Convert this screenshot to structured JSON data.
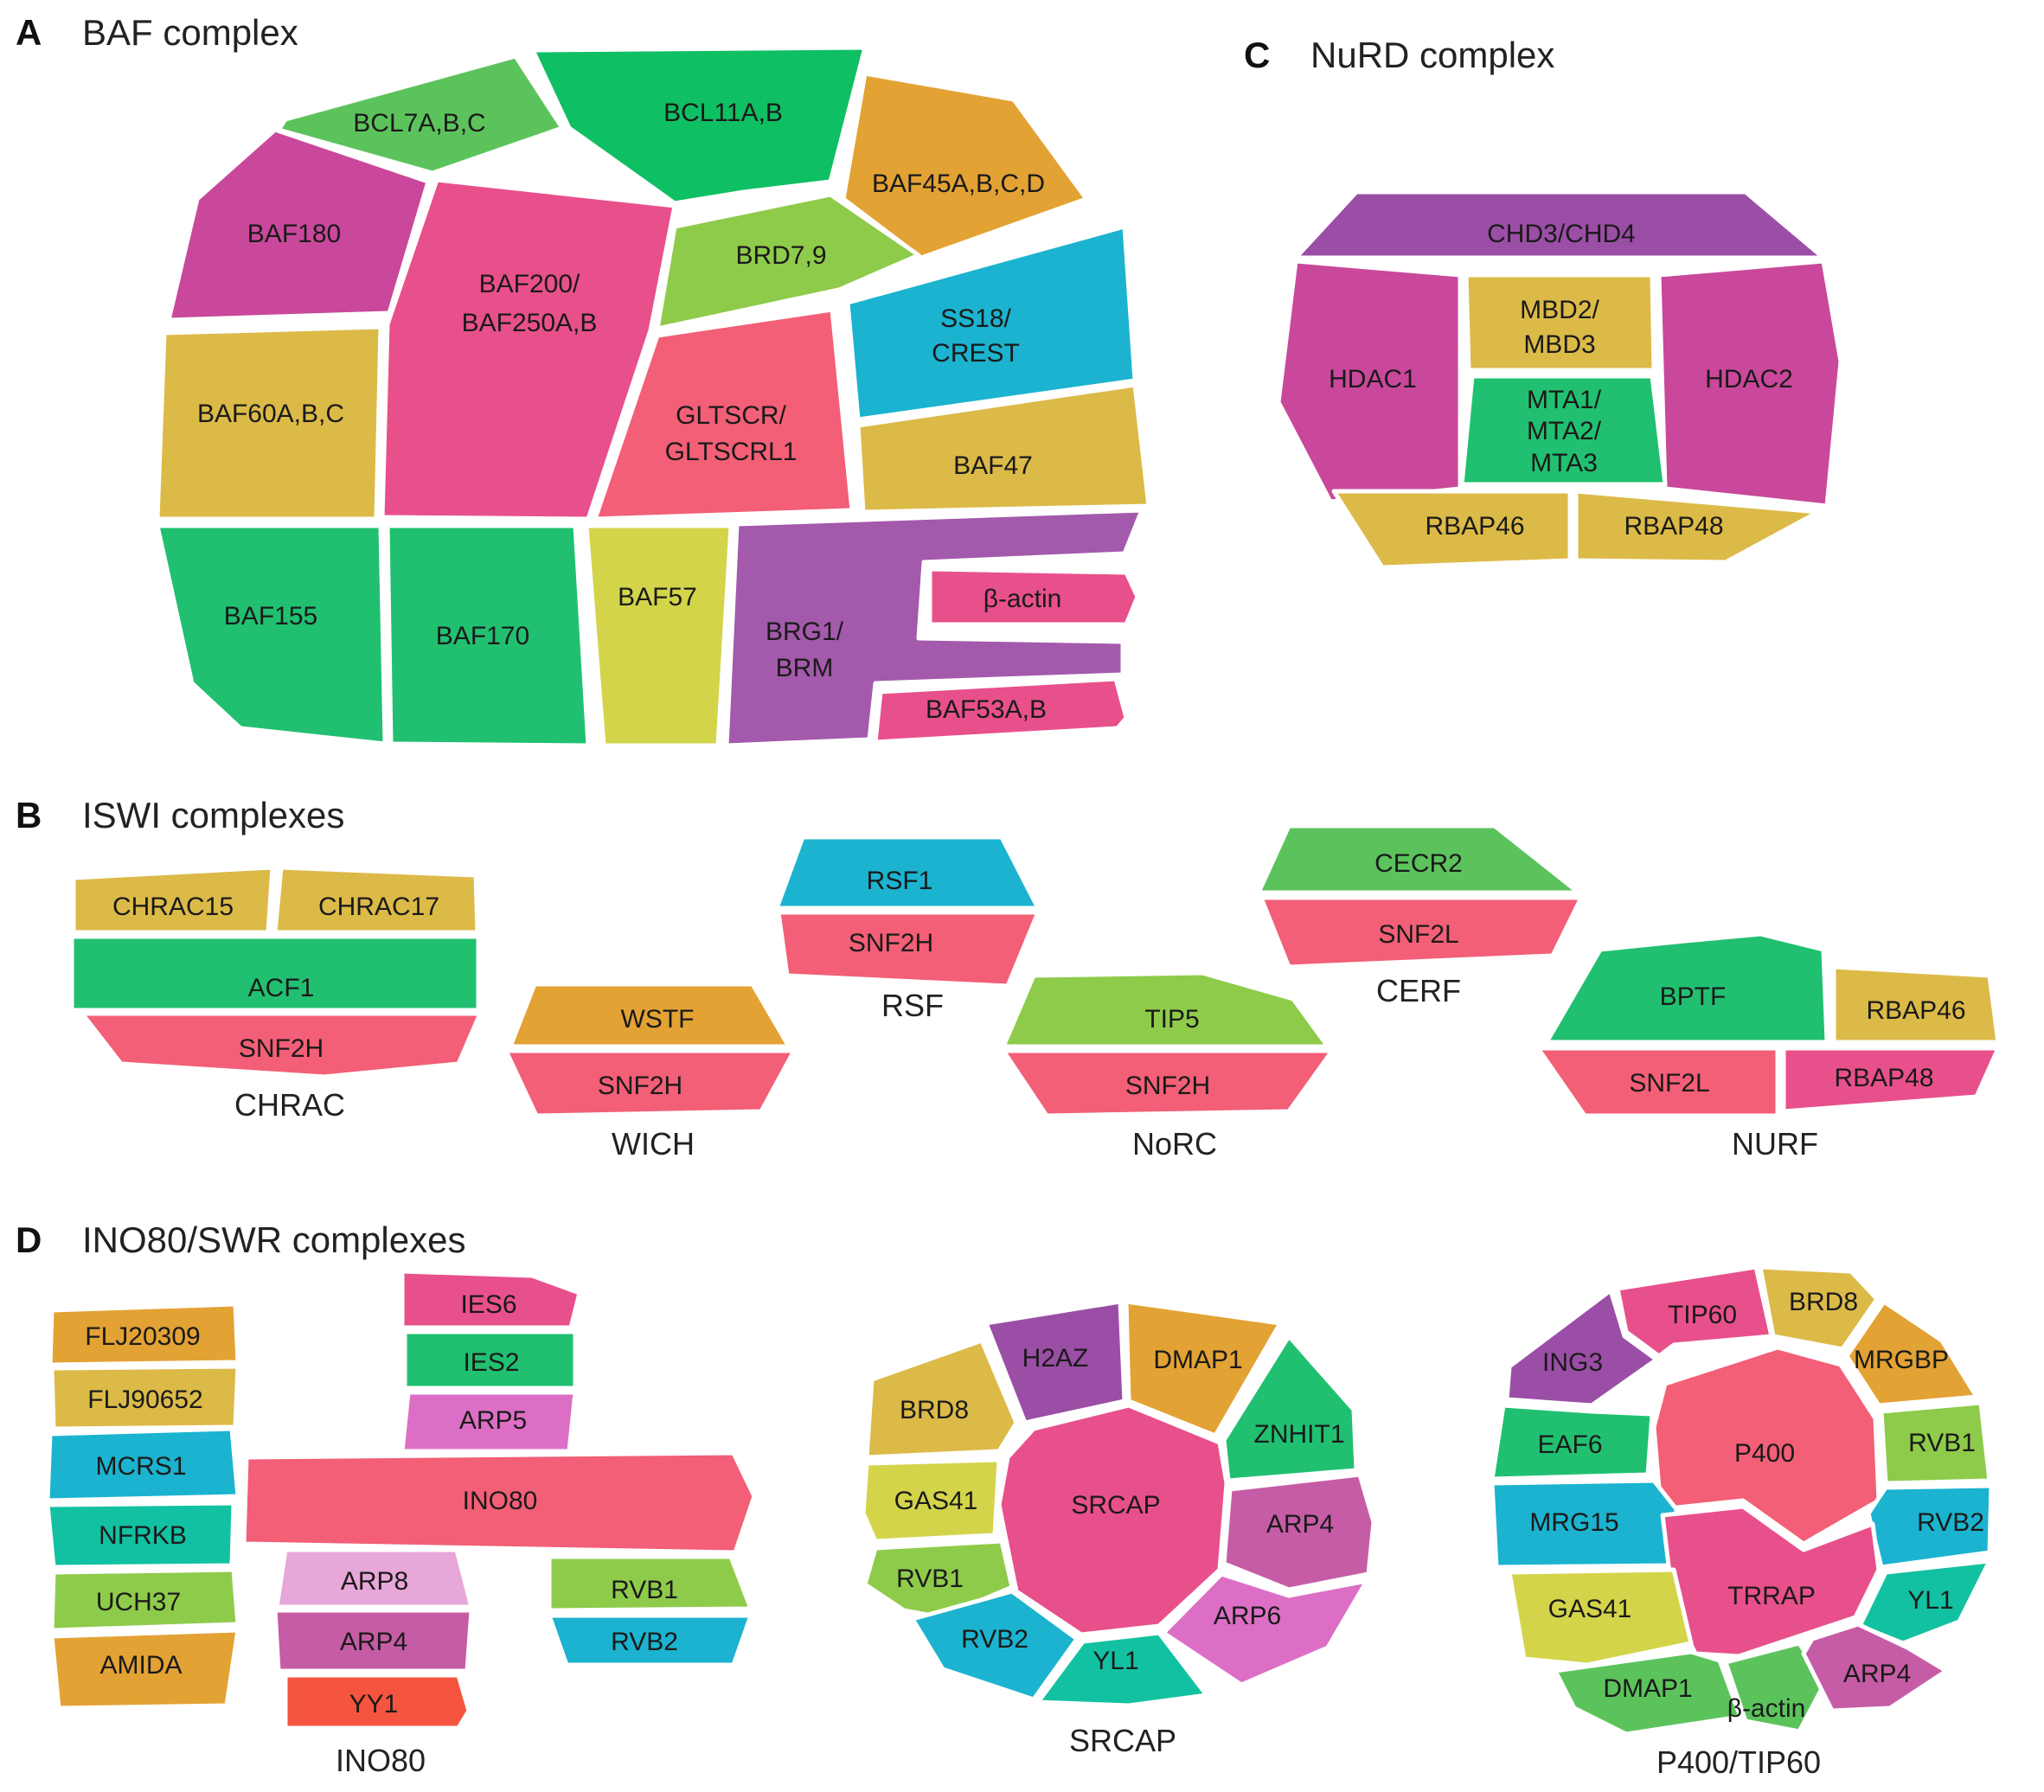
{
  "colors": {
    "green_bright": "#0fbf63",
    "green_mid": "#20c070",
    "green_light": "#5cc35c",
    "lime": "#8ecb4a",
    "olive": "#d1c04c",
    "gold": "#dcba48",
    "orange": "#e3a234",
    "pink": "#e8508b",
    "salmon": "#f25f76",
    "magenta": "#c9489b",
    "purple": "#9b4ea6",
    "violet": "#a35aac",
    "cyan": "#1bb3cf",
    "teal": "#12c1a1",
    "yellow": "#d3d44a",
    "mauve": "#c65ca6",
    "lightpink": "#e7a7d8",
    "redorange": "#f5553e",
    "orchid": "#dc6fc5"
  },
  "panels": {
    "A": {
      "letter": "A",
      "title": "BAF complex"
    },
    "B": {
      "letter": "B",
      "title": "ISWI complexes"
    },
    "C": {
      "letter": "C",
      "title": "NuRD complex"
    },
    "D": {
      "letter": "D",
      "title": "INO80/SWR complexes"
    }
  },
  "baf": {
    "bcl7": "BCL7A,B,C",
    "bcl11": "BCL11A,B",
    "baf45": "BAF45A,B,C,D",
    "baf180": "BAF180",
    "baf200_1": "BAF200/",
    "baf200_2": "BAF250A,B",
    "brd7": "BRD7,9",
    "ss18_1": "SS18/",
    "ss18_2": "CREST",
    "baf60": "BAF60A,B,C",
    "gltscr_1": "GLTSCR/",
    "gltscr_2": "GLTSCRL1",
    "baf47": "BAF47",
    "baf155": "BAF155",
    "baf170": "BAF170",
    "baf57": "BAF57",
    "brg1_1": "BRG1/",
    "brg1_2": "BRM",
    "bactin": "β-actin",
    "baf53": "BAF53A,B"
  },
  "nurd": {
    "chd": "CHD3/CHD4",
    "hdac1": "HDAC1",
    "hdac2": "HDAC2",
    "mbd_1": "MBD2/",
    "mbd_2": "MBD3",
    "mta_1": "MTA1/",
    "mta_2": "MTA2/",
    "mta_3": "MTA3",
    "rbap46": "RBAP46",
    "rbap48": "RBAP48"
  },
  "iswi": {
    "chrac": {
      "name": "CHRAC",
      "chrac15": "CHRAC15",
      "chrac17": "CHRAC17",
      "acf1": "ACF1",
      "snf2h": "SNF2H"
    },
    "wich": {
      "name": "WICH",
      "wstf": "WSTF",
      "snf2h": "SNF2H"
    },
    "rsf": {
      "name": "RSF",
      "rsf1": "RSF1",
      "snf2h": "SNF2H"
    },
    "norc": {
      "name": "NoRC",
      "tip5": "TIP5",
      "snf2h": "SNF2H"
    },
    "cerf": {
      "name": "CERF",
      "cecr2": "CECR2",
      "snf2l": "SNF2L"
    },
    "nurf": {
      "name": "NURF",
      "bptf": "BPTF",
      "rbap46": "RBAP46",
      "snf2l": "SNF2L",
      "rbap48": "RBAP48"
    }
  },
  "ino80": {
    "name": "INO80",
    "flj20309": "FLJ20309",
    "flj90652": "FLJ90652",
    "mcrs1": "MCRS1",
    "nfrkb": "NFRKB",
    "uch37": "UCH37",
    "amida": "AMIDA",
    "ies6": "IES6",
    "ies2": "IES2",
    "arp5": "ARP5",
    "ino80": "INO80",
    "arp8": "ARP8",
    "arp4": "ARP4",
    "yy1": "YY1",
    "rvb1": "RVB1",
    "rvb2": "RVB2"
  },
  "srcap": {
    "name": "SRCAP",
    "h2az": "H2AZ",
    "dmap1": "DMAP1",
    "brd8": "BRD8",
    "znhit1": "ZNHIT1",
    "gas41": "GAS41",
    "srcap": "SRCAP",
    "arp4": "ARP4",
    "rvb1": "RVB1",
    "arp6": "ARP6",
    "rvb2": "RVB2",
    "yl1": "YL1"
  },
  "p400": {
    "name": "P400/TIP60",
    "tip60": "TIP60",
    "brd8": "BRD8",
    "ing3": "ING3",
    "mrgbp": "MRGBP",
    "eaf6": "EAF6",
    "p400": "P400",
    "rvb1": "RVB1",
    "mrg15": "MRG15",
    "rvb2": "RVB2",
    "trrap": "TRRAP",
    "gas41": "GAS41",
    "yl1": "YL1",
    "dmap1": "DMAP1",
    "bactin": "β-actin",
    "arp4": "ARP4"
  }
}
